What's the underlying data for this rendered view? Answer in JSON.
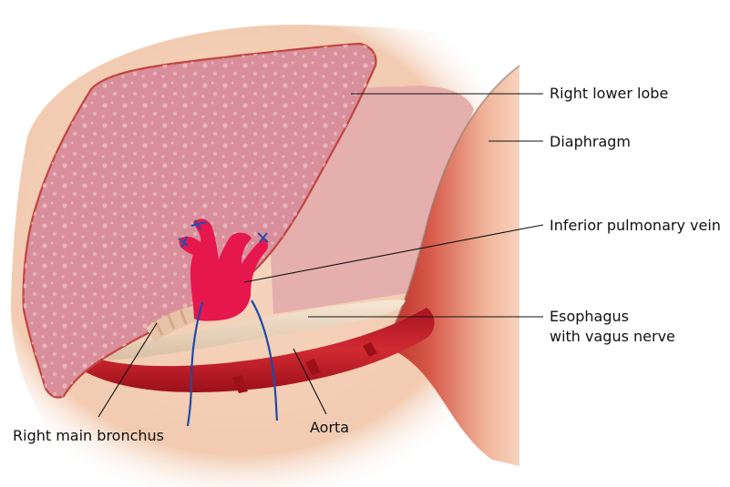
{
  "labels": {
    "right_lower_lobe": "Right lower lobe",
    "diaphragm": "Diaphragm",
    "inferior_pulmonary_vein": "Inferior pulmonary vein",
    "esophagus_line1": "Esophagus",
    "esophagus_line2": "with vagus nerve",
    "right_main_bronchus": "Right main bronchus",
    "aorta": "Aorta"
  },
  "colors": {
    "background_tissue": "#f4cfb6",
    "lung_fill": "#d98f9c",
    "lung_outline": "#c1443f",
    "mediastinal_pleura": "#e3aaa9",
    "diaphragm": "#c44a3e",
    "aorta": "#c21f2c",
    "pulmonary_vein": "#e8194f",
    "esophagus": "#efdcc6",
    "vagus_nerve": "#1e4fb0",
    "leader_line": "#111111"
  }
}
